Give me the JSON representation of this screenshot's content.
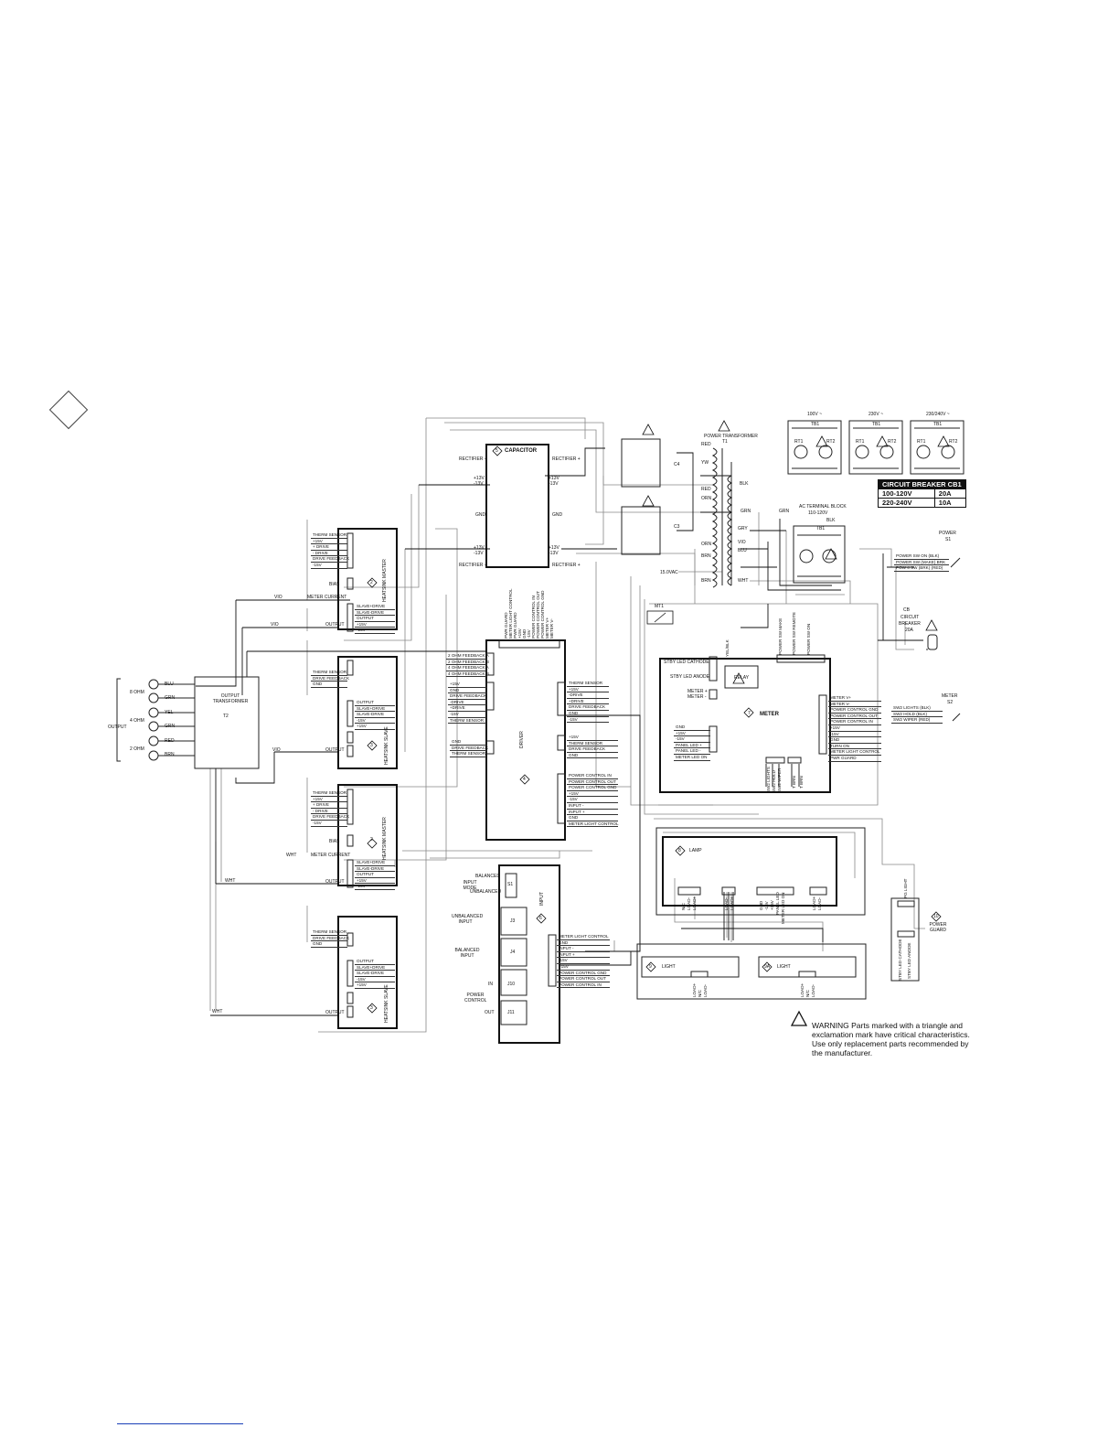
{
  "corner_marker": "",
  "title_warning": {
    "text": "WARNING Parts marked with a triangle and exclamation mark have critical characteristics. Use only replacement parts recommended by the manufacturer."
  },
  "circuit_breaker": {
    "title": "CIRCUIT BREAKER CB1",
    "rows": [
      [
        "100-120V",
        "20A"
      ],
      [
        "220-240V",
        "10A"
      ]
    ]
  },
  "tb_variants": [
    "100V ~",
    "230V ~",
    "230/240V ~"
  ],
  "tb_label": "TB1",
  "rt_labels": [
    "RT1",
    "RT2"
  ],
  "power_transformer": {
    "label": "POWER TRANSFORMER",
    "ref": "T1"
  },
  "transformer_taps_left": [
    "RED",
    "YW",
    "RED",
    "ORN",
    "ORN",
    "BRN",
    "BRN"
  ],
  "transformer_taps_right": [
    "BLK",
    "GRN",
    "GRN",
    "GRY",
    "VIO",
    "BLU",
    "WHT"
  ],
  "ac_terminal_block": {
    "label": "AC TERMINAL BLOCK",
    "range": "110-120V",
    "blk": "BLK"
  },
  "power_switch": {
    "label": "POWER",
    "ref": "S1",
    "pins": [
      "POWER SW ON (BLK)",
      "POWER SW (MAKE) BRK",
      "POW 4 SW (BRK) (RED)"
    ]
  },
  "circuit_breaker_part": {
    "num": "CB",
    "lines": [
      "CIRCUIT",
      "BREAKER",
      "20A"
    ]
  },
  "meter_switch": {
    "label": "METER",
    "ref": "S2",
    "pins": [
      "SW2 LIGHTS (BLK)",
      "SW2 HOLD (BLK)",
      "SW2 WIPER (RED)"
    ]
  },
  "capacitor": {
    "label": "CAPACITOR",
    "num": "5",
    "rectifier_labels": [
      "RECTIFIER -",
      "RECTIFIER +",
      "RECTIFIER -",
      "RECTIFIER +"
    ],
    "volt_labels": [
      "+13V",
      "-13V",
      "+13V",
      "-13V",
      "+13V",
      "-13V",
      "+13V",
      "-13V"
    ],
    "gnd": [
      "GND",
      "GND"
    ],
    "caps": [
      "C4",
      "C3"
    ],
    "vac": "15.0VAC"
  },
  "driver": {
    "label": "DRIVER",
    "num": "4",
    "top_pins": [
      "PWR GUARD",
      "METER LIGHT CONTROL",
      "PWR GUARD",
      "+15V",
      "GND",
      "-15V",
      "POWER CONTROL IN",
      "POWER CONTROL OUT",
      "POWER CONTROL GND",
      "METER V+",
      "METER V-"
    ],
    "feedback_left": [
      "2 OHM FEEDBACK A",
      "2 OHM FEEDBACK B",
      "4 OHM FEEDBACK A",
      "4 OHM FEEDBACK B"
    ],
    "left_mid": [
      "+15V",
      "GND",
      "DRIVE FEEDBACK",
      "-DRIVE",
      "+DRIVE",
      "-15V",
      "THERM SENSOR"
    ],
    "left_low": [
      "GND",
      "DRIVE FEEDBACK",
      "THERM SENSOR"
    ],
    "right_top": [
      "THERM SENSOR",
      "+15V",
      "-DRIVE",
      "+DRIVE",
      "DRIVE FEEDBACK",
      "GND",
      "-15V"
    ],
    "right_mid": [
      "+15V",
      "THERM SENSOR",
      "DRIVE FEEDBACK",
      "GND"
    ],
    "right_low": [
      "POWER CONTROL IN",
      "POWER CONTROL OUT",
      "POWER CONTROL GND",
      "+15V",
      "-15V",
      "INPUT -",
      "INPUT +",
      "GND",
      "METER LIGHT CONTROL"
    ]
  },
  "heatsinks": [
    {
      "name": "HEATSINK MASTER",
      "num": "2",
      "sensor": [
        "THERM SENSOR",
        "+15V",
        "+ DRIVE",
        "- DRIVE",
        "DRIVE FEEDBACK",
        "-15V"
      ],
      "slave": [
        "SLAVE+DRIVE",
        "SLAVE-DRIVE",
        "OUTPUT",
        "+15V",
        "-15V"
      ],
      "extra": [
        "BIAS",
        "METER CURRENT",
        "OUTPUT"
      ],
      "wire": "VIO"
    },
    {
      "name": "HEATSINK SLAVE",
      "num": "3",
      "sensor": [
        "THERM SENSOR",
        "DRIVE FEEDBACK",
        "GND"
      ],
      "slave": [
        "OUTPUT",
        "SLAVE+DRIVE",
        "SLAVE-DRIVE",
        "-15V",
        "+15V"
      ],
      "extra": [
        "OUTPUT"
      ],
      "wire": "VIO"
    },
    {
      "name": "HEATSINK MASTER",
      "num": "2",
      "sensor": [
        "THERM SENSOR",
        "+15V",
        "+ DRIVE",
        "- DRIVE",
        "DRIVE FEEDBACK",
        "-15V"
      ],
      "slave": [
        "SLAVE+DRIVE",
        "SLAVE-DRIVE",
        "OUTPUT",
        "+15V",
        "-15V"
      ],
      "extra": [
        "BIAS",
        "METER CURRENT",
        "OUTPUT"
      ],
      "wire": "WHT"
    },
    {
      "name": "HEATSINK SLAVE",
      "num": "3",
      "sensor": [
        "THERM SENSOR",
        "DRIVE FEEDBACK",
        "GND"
      ],
      "slave": [
        "OUTPUT",
        "SLAVE+DRIVE",
        "SLAVE-DRIVE",
        "-15V",
        "+15V"
      ],
      "extra": [
        "OUTPUT"
      ],
      "wire": "WHT"
    }
  ],
  "output_transformer": {
    "label": "OUTPUT TRANSFORMER",
    "ref": "T2"
  },
  "output_terminals": {
    "label": "OUTPUT",
    "ohms": [
      "8 OHM",
      "4 OHM",
      "2 OHM"
    ],
    "wires": [
      "BLU",
      "GRN",
      "YEL",
      "GRN",
      "RED",
      "BRN"
    ]
  },
  "meter": {
    "label": "METER",
    "num": "7",
    "mt": "MT1",
    "relay": "RELAY",
    "left_pins": [
      "STBY LED CATHODE",
      "STBY LED ANODE",
      "METER +",
      "METER -"
    ],
    "top_pins": [
      "YEL/BLK",
      "POWER SW MAKE",
      "POWER SW REMOTE",
      "POWER SW ON"
    ],
    "right_pins": [
      "METER V+",
      "METER V-",
      "POWER CONTROL GND",
      "POWER CONTROL OUT",
      "POWER CONTROL IN",
      "+15V",
      "-15V",
      "GND",
      "TURN ON",
      "METER LIGHT CONTROL",
      "PWR GUARD"
    ],
    "lower_left": [
      "GND",
      "+15V",
      "-15V",
      "PANEL LED +",
      "PANEL LED -",
      "METER LED ON"
    ],
    "bottom": [
      "SW2 LIGHTS",
      "SW2 HOLD",
      "SW2 WIPER",
      "T BRN",
      "T BRN"
    ]
  },
  "lamp": {
    "label": "LAMP",
    "num": "8",
    "groups": [
      [
        "N/C",
        "LOAD-",
        "LOAD+"
      ],
      [
        "LOAD-",
        "LOAD+"
      ],
      [
        "GND",
        "-15V",
        "+15V",
        "PANEL LED",
        "METER LED ON"
      ],
      [
        "LOAD+",
        "LOAD-"
      ]
    ]
  },
  "lights": [
    {
      "num": "9",
      "label": "LIGHT",
      "pins": [
        "LOAD+",
        "N/C",
        "LOAD-"
      ]
    },
    {
      "num": "9A",
      "label": "LIGHT",
      "pins": [
        "LOAD+",
        "N/C",
        "LOAD-"
      ]
    }
  ],
  "power_guard": {
    "num": "10",
    "label": "POWER GUARD",
    "pins": [
      "PG LIGHT",
      "STBY LED ANODE",
      "STBY LED CATHODE"
    ]
  },
  "input": {
    "label": "INPUT",
    "num": "6",
    "mode": {
      "label": "INPUT MODE",
      "opts": [
        "BALANCED",
        "UNBALANCED"
      ],
      "ref": "S1"
    },
    "jacks": [
      {
        "label": "UNBALANCED INPUT",
        "ref": "J3"
      },
      {
        "label": "BALANCED INPUT",
        "ref": "J4"
      }
    ],
    "power_control": {
      "label": "POWER CONTROL",
      "in": "IN",
      "out": "OUT",
      "refs": [
        "J10",
        "J11"
      ]
    },
    "pins": [
      "METER LIGHT CONTROL",
      "GND",
      "INPUT -",
      "INPUT +",
      "-15V",
      "+15V",
      "POWER CONTROL GND",
      "POWER CONTROL OUT",
      "POWER CONTROL IN"
    ]
  }
}
